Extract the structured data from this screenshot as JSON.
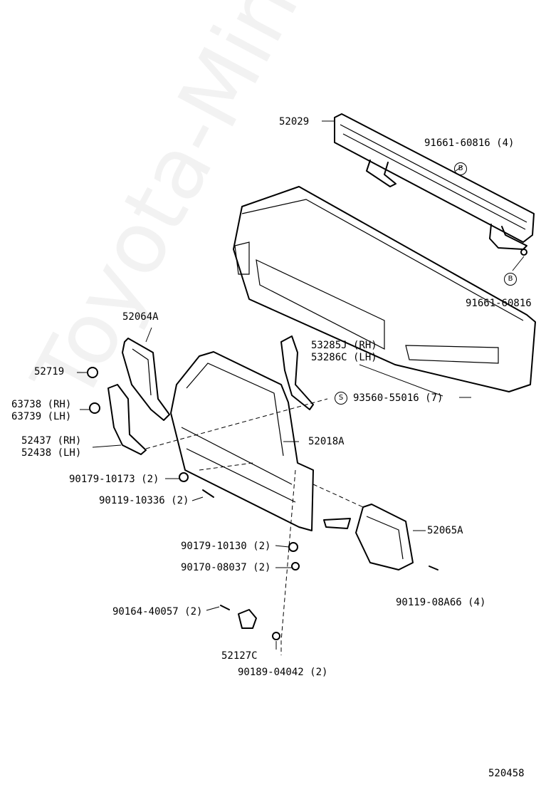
{
  "watermark": "Toyota-Mine.ru",
  "diagram_code": "520458",
  "symbols": {
    "b": "B",
    "s": "S"
  },
  "labels": {
    "p52029": "52029",
    "p91661_top": "91661-60816 (4)",
    "p91661_bottom": "91661-60816",
    "p52064A": "52064A",
    "p53285J": "53285J (RH)",
    "p53286C": "53286C (LH)",
    "p52719": "52719",
    "p63738": "63738 (RH)",
    "p63739": "63739 (LH)",
    "p93560": "93560-55016 (7)",
    "p52437": "52437 (RH)",
    "p52438": "52438 (LH)",
    "p52018A": "52018A",
    "p90179_10173": "90179-10173 (2)",
    "p90119_10336": "90119-10336 (2)",
    "p52065A": "52065A",
    "p90179_10130": "90179-10130 (2)",
    "p90170_08037": "90170-08037 (2)",
    "p90119_08A66": "90119-08A66 (4)",
    "p90164_40057": "90164-40057 (2)",
    "p52127C": "52127C",
    "p90189_04042": "90189-04042 (2)"
  }
}
